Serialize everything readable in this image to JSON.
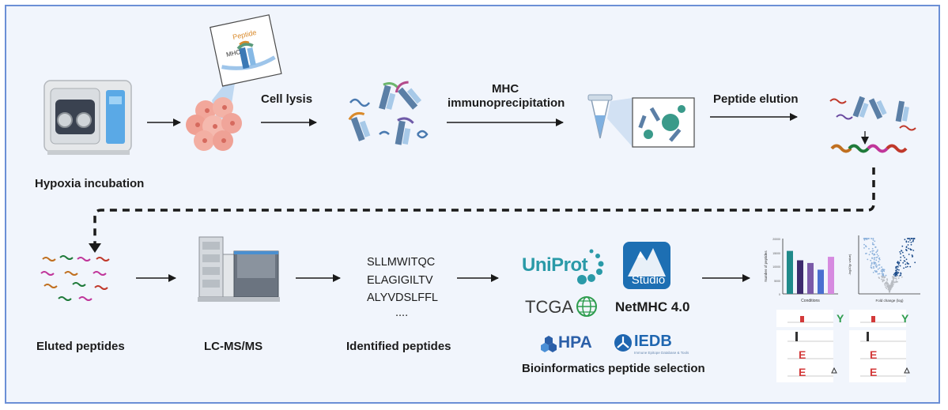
{
  "steps": {
    "hypoxia": "Hypoxia incubation",
    "cell_lysis": "Cell lysis",
    "mhc_ip_line1": "MHC",
    "mhc_ip_line2": "immunoprecipitation",
    "peptide_elution": "Peptide elution",
    "eluted": "Eluted peptides",
    "lcms": "LC-MS/MS",
    "identified": "Identified peptides",
    "bioinformatics": "Bioinformatics peptide selection"
  },
  "inset_labels": {
    "peptide": "Peptide",
    "mhc": "MHC"
  },
  "sequences": [
    "SLLMWITQC",
    "ELAGIGILTV",
    "ALYVDSLFFL",
    "...."
  ],
  "tools": {
    "uniprot": "UniProt",
    "studio": "Studio",
    "tcga": "TCGA",
    "netmhc": "NetMHC 4.0",
    "hpa": "HPA",
    "iedb": "IEDB",
    "iedb_sub": "Immune Epitope Database & Tools"
  },
  "colors": {
    "frame_border": "#6b8fd6",
    "frame_fill": "#f1f5fc",
    "uniprot_teal": "#2a9aa8",
    "studio_blue": "#1d6fb3",
    "netmhc_text": "#1c1c1c",
    "hpa_blue": "#2b5fa8",
    "iedb_blue": "#1f66b0"
  },
  "results": {
    "bar_chart": {
      "type": "bar",
      "ylabel": "Number of peptides",
      "xlabel": "Conditions",
      "yticks": [
        "0",
        "5000",
        "10000",
        "15000",
        "20000"
      ],
      "values": [
        16000,
        12500,
        11500,
        9000,
        13800
      ],
      "ylim": [
        0,
        20000
      ],
      "colors": [
        "#1f8a8a",
        "#3d2b6e",
        "#7a5aa8",
        "#4a6fd0",
        "#d68ae0"
      ]
    },
    "volcano": {
      "xlabel": "Fold change (log)",
      "ylabel": "-log10(p value)"
    },
    "logo_letters": [
      "Y",
      "E"
    ]
  }
}
